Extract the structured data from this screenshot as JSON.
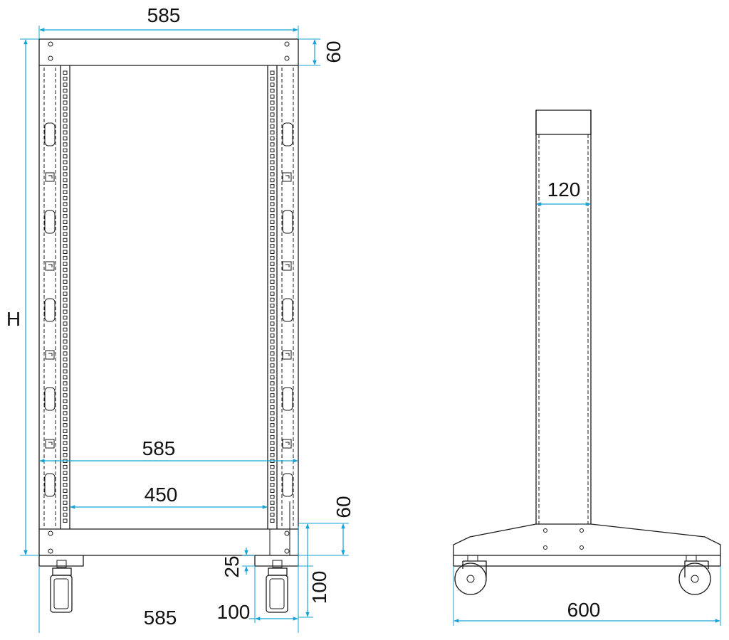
{
  "dimensions": {
    "top_width": "585",
    "top_rail_height": "60",
    "overall_height": "H",
    "inner_width": "585",
    "rail_spacing": "450",
    "bottom_rail_height": "60",
    "caster_clearance": "25",
    "caster_height": "100",
    "caster_width": "100",
    "bottom_width": "585",
    "column_width": "120",
    "base_depth": "600"
  },
  "colors": {
    "outline": "#1a1a1a",
    "dimension": "#17a3d6",
    "background": "#ffffff"
  }
}
